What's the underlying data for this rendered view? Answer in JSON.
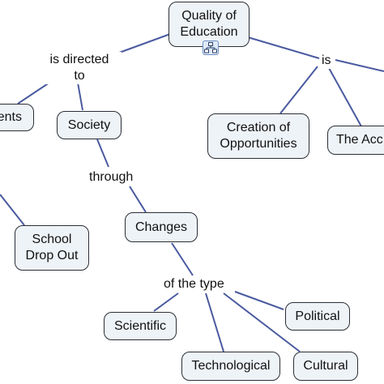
{
  "nodes": {
    "quality_of_education": {
      "lines": [
        "Quality of",
        "Education"
      ]
    },
    "students_partial": {
      "text": "ents"
    },
    "society": {
      "text": "Society"
    },
    "creation_of_opportunities": {
      "lines": [
        "Creation of",
        "Opportunities"
      ]
    },
    "the_access_partial": {
      "text": "The Acc"
    },
    "school_drop_out": {
      "lines": [
        "School",
        "Drop Out"
      ]
    },
    "changes": {
      "text": "Changes"
    },
    "scientific": {
      "text": "Scientific"
    },
    "political": {
      "text": "Political"
    },
    "technological": {
      "text": "Technological"
    },
    "cultural": {
      "text": "Cultural"
    }
  },
  "linking_phrases": {
    "is_directed_to": {
      "lines": [
        "is directed",
        "to"
      ]
    },
    "is": {
      "text": "is"
    },
    "through": {
      "text": "through"
    },
    "of_the_type": {
      "text": "of the type"
    }
  },
  "icons": {
    "concept_map_icon": "sitemap-icon"
  },
  "colors": {
    "node_fill": "#eef3f8",
    "node_border": "#2b2f36",
    "connector": "#4a5aa0",
    "background": "#ffffff"
  }
}
